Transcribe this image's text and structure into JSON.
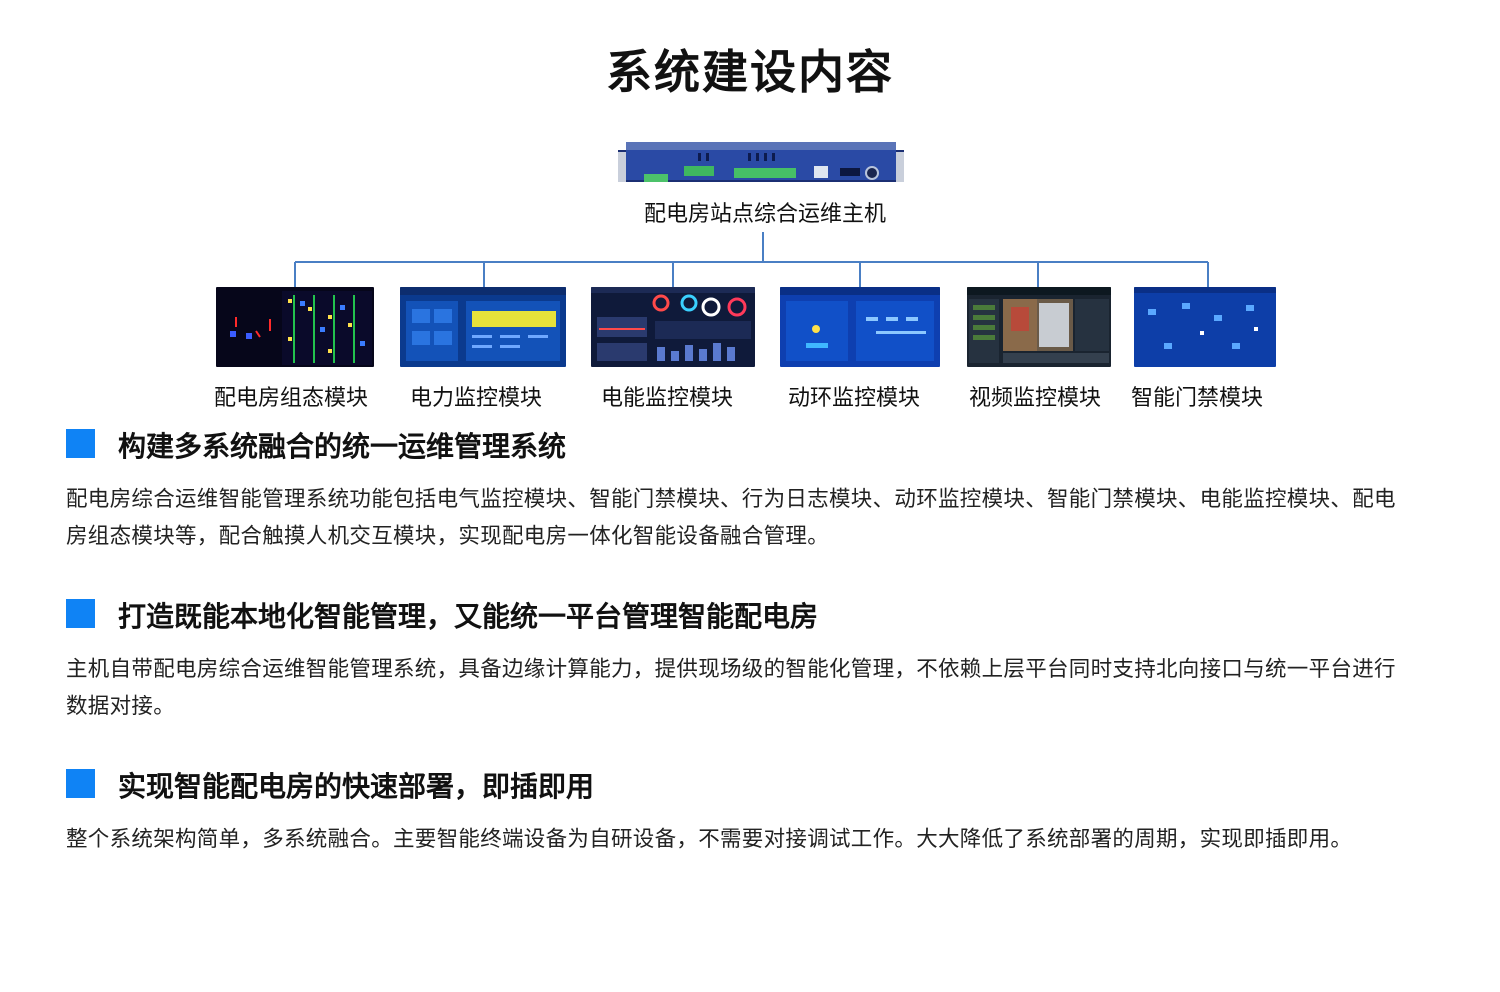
{
  "title": "系统建设内容",
  "host": {
    "label": "配电房站点综合运维主机",
    "icon": "rack-server-icon"
  },
  "modules": [
    {
      "label": "配电房组态模块",
      "icon": "scada-diagram-screen"
    },
    {
      "label": "电力监控模块",
      "icon": "power-dashboard-screen"
    },
    {
      "label": "电能监控模块",
      "icon": "energy-gauge-screen"
    },
    {
      "label": "动环监控模块",
      "icon": "environment-monitor-screen"
    },
    {
      "label": "视频监控模块",
      "icon": "video-camera-screen"
    },
    {
      "label": "智能门禁模块",
      "icon": "access-control-screen"
    }
  ],
  "sections": [
    {
      "title": "构建多系统融合的统一运维管理系统",
      "body": "配电房综合运维智能管理系统功能包括电气监控模块、智能门禁模块、行为日志模块、动环监控模块、智能门禁模块、电能监控模块、配电房组态模块等，配合触摸人机交互模块，实现配电房一体化智能设备融合管理。"
    },
    {
      "title": "打造既能本地化智能管理，又能统一平台管理智能配电房",
      "body": "主机自带配电房综合运维智能管理系统，具备边缘计算能力，提供现场级的智能化管理，不依赖上层平台同时支持北向接口与统一平台进行数据对接。"
    },
    {
      "title": "实现智能配电房的快速部署，即插即用",
      "body": "整个系统架构简单，多系统融合。主要智能终端设备为自研设备，不需要对接调试工作。大大降低了系统部署的周期，实现即插即用。"
    }
  ],
  "colors": {
    "accent": "#0f83f5",
    "line": "#4a7fc4",
    "device": "#23408f"
  }
}
